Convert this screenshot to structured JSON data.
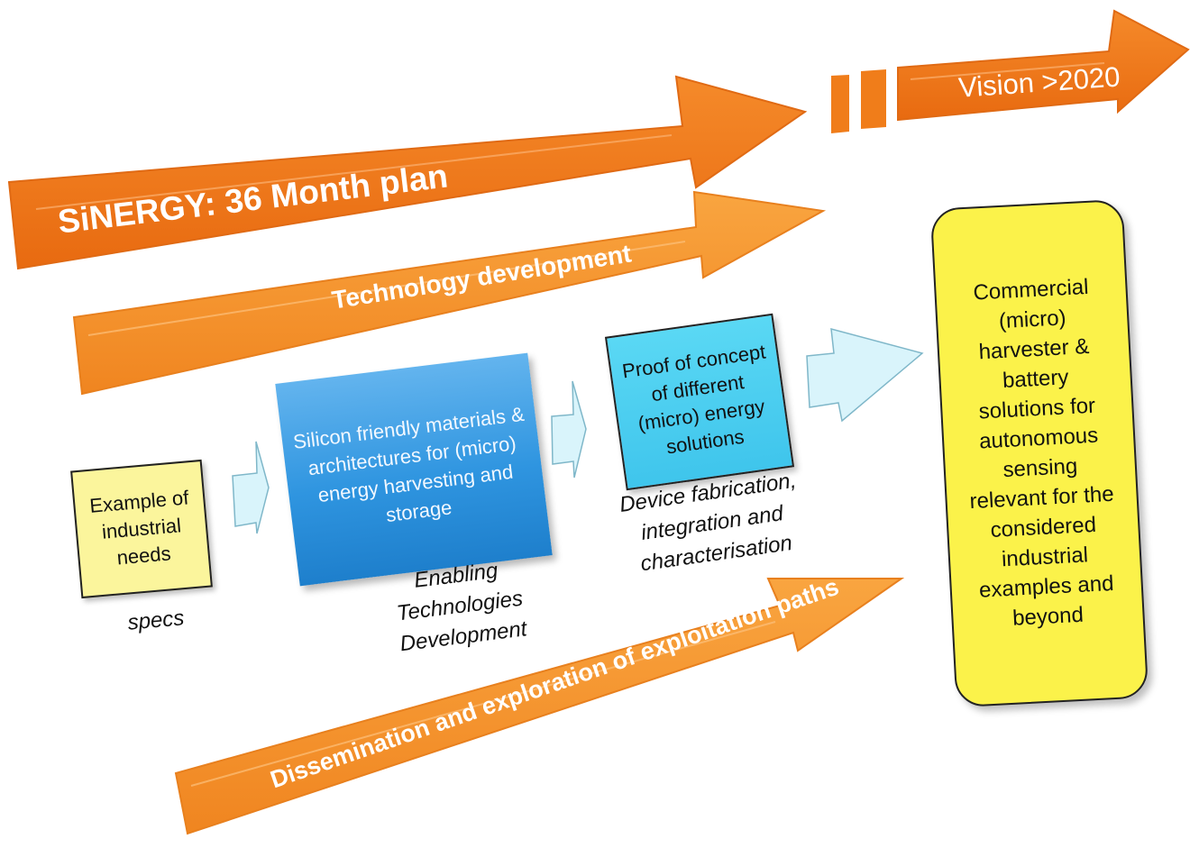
{
  "colors": {
    "main_arrow": "#f07d1a",
    "secondary_arrow": "#f7962c",
    "arrow_text": "#ffffff",
    "small_arrow": "#d9f4fb",
    "needs_box": "#fbf59c",
    "enabling_box": "#2f95e0",
    "proof_box": "#5ad8f4",
    "commercial_box": "#fbf24a"
  },
  "arrows": {
    "main_plan": "SiNERGY: 36 Month plan",
    "vision": "Vision >2020",
    "technology": "Technology development",
    "dissemination": "Dissemination and exploration of exploitation paths"
  },
  "boxes": {
    "needs": "Example of\nindustrial\nneeds",
    "enabling": "Silicon friendly materials &\narchitectures for (micro)\nenergy harvesting and\nstorage",
    "proof": "Proof of concept\nof  different\n(micro) energy\nsolutions",
    "commercial": "Commercial\n(micro)\nharvester &\nbattery\nsolutions for\nautonomous\nsensing\nrelevant for the\nconsidered\nindustrial\nexamples and\nbeyond"
  },
  "captions": {
    "specs": "specs",
    "enabling": "Enabling\nTechnologies\nDevelopment",
    "device": "Device fabrication,\nintegration and\ncharacterisation"
  }
}
